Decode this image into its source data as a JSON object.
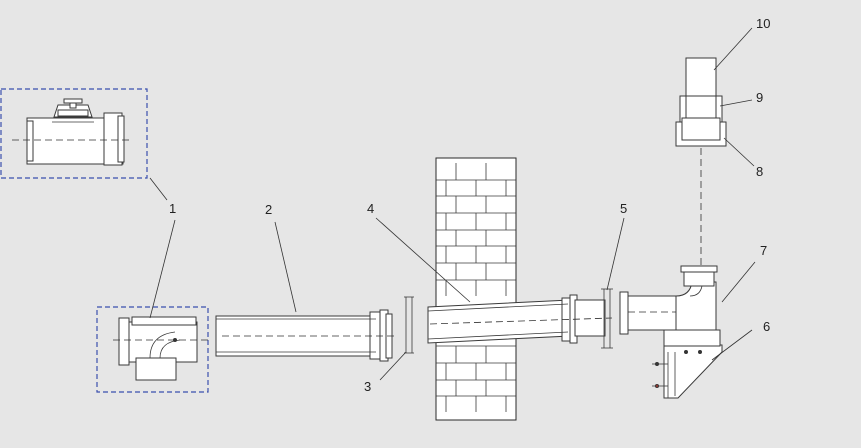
{
  "callouts": [
    "1",
    "2",
    "3",
    "4",
    "5",
    "6",
    "7",
    "8",
    "9",
    "10"
  ],
  "colors": {
    "background": "#e6e6e6",
    "outline": "#3a3a3a",
    "selection_box": "#3b4fae",
    "part_fill": "#ffffff"
  }
}
